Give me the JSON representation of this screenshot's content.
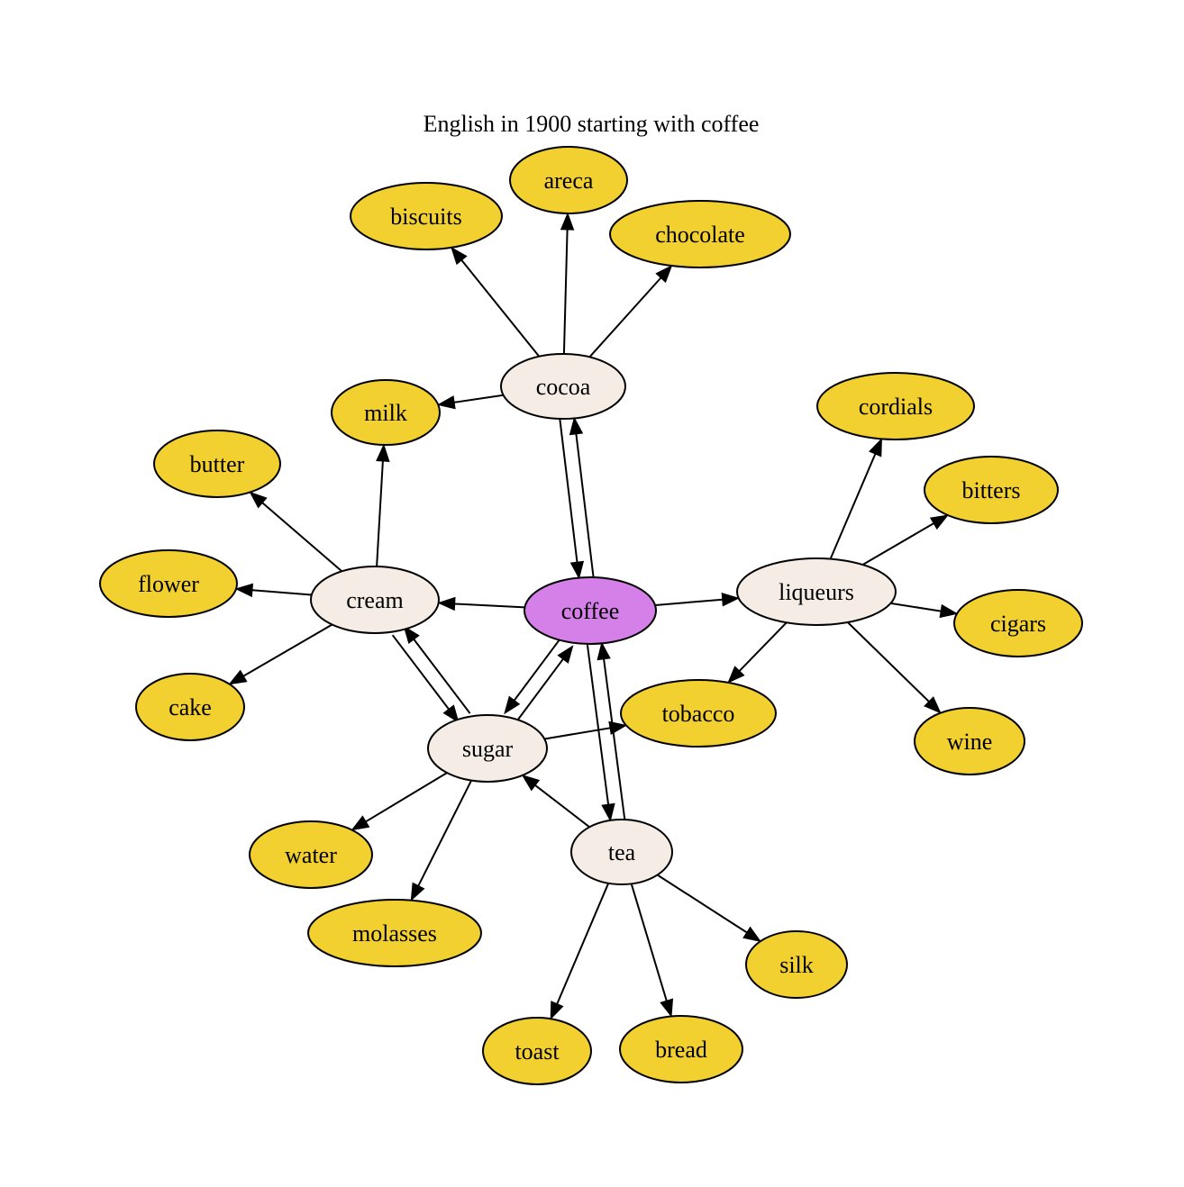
{
  "title": "English in 1900  starting with coffee",
  "colors": {
    "root": "#d580e8",
    "intermediate": "#f5ede5",
    "leaf": "#f2d02f",
    "edge": "#000000"
  },
  "nodes": [
    {
      "id": "coffee",
      "label": "coffee",
      "kind": "root"
    },
    {
      "id": "cocoa",
      "label": "cocoa",
      "kind": "intermediate"
    },
    {
      "id": "cream",
      "label": "cream",
      "kind": "intermediate"
    },
    {
      "id": "sugar",
      "label": "sugar",
      "kind": "intermediate"
    },
    {
      "id": "tea",
      "label": "tea",
      "kind": "intermediate"
    },
    {
      "id": "liqueurs",
      "label": "liqueurs",
      "kind": "intermediate"
    },
    {
      "id": "biscuits",
      "label": "biscuits",
      "kind": "leaf"
    },
    {
      "id": "areca",
      "label": "areca",
      "kind": "leaf"
    },
    {
      "id": "chocolate",
      "label": "chocolate",
      "kind": "leaf"
    },
    {
      "id": "milk",
      "label": "milk",
      "kind": "leaf"
    },
    {
      "id": "butter",
      "label": "butter",
      "kind": "leaf"
    },
    {
      "id": "flower",
      "label": "flower",
      "kind": "leaf"
    },
    {
      "id": "cake",
      "label": "cake",
      "kind": "leaf"
    },
    {
      "id": "cordials",
      "label": "cordials",
      "kind": "leaf"
    },
    {
      "id": "bitters",
      "label": "bitters",
      "kind": "leaf"
    },
    {
      "id": "cigars",
      "label": "cigars",
      "kind": "leaf"
    },
    {
      "id": "wine",
      "label": "wine",
      "kind": "leaf"
    },
    {
      "id": "tobacco",
      "label": "tobacco",
      "kind": "leaf"
    },
    {
      "id": "water",
      "label": "water",
      "kind": "leaf"
    },
    {
      "id": "molasses",
      "label": "molasses",
      "kind": "leaf"
    },
    {
      "id": "silk",
      "label": "silk",
      "kind": "leaf"
    },
    {
      "id": "toast",
      "label": "toast",
      "kind": "leaf"
    },
    {
      "id": "bread",
      "label": "bread",
      "kind": "leaf"
    }
  ],
  "edges": [
    {
      "from": "cocoa",
      "to": "biscuits"
    },
    {
      "from": "cocoa",
      "to": "areca"
    },
    {
      "from": "cocoa",
      "to": "chocolate"
    },
    {
      "from": "cocoa",
      "to": "milk"
    },
    {
      "from": "cocoa",
      "to": "coffee"
    },
    {
      "from": "coffee",
      "to": "cocoa"
    },
    {
      "from": "coffee",
      "to": "cream"
    },
    {
      "from": "coffee",
      "to": "liqueurs"
    },
    {
      "from": "coffee",
      "to": "sugar"
    },
    {
      "from": "sugar",
      "to": "coffee"
    },
    {
      "from": "coffee",
      "to": "tea"
    },
    {
      "from": "tea",
      "to": "coffee"
    },
    {
      "from": "cream",
      "to": "milk"
    },
    {
      "from": "cream",
      "to": "butter"
    },
    {
      "from": "cream",
      "to": "flower"
    },
    {
      "from": "cream",
      "to": "cake"
    },
    {
      "from": "cream",
      "to": "sugar"
    },
    {
      "from": "sugar",
      "to": "cream"
    },
    {
      "from": "sugar",
      "to": "tobacco"
    },
    {
      "from": "sugar",
      "to": "water"
    },
    {
      "from": "sugar",
      "to": "molasses"
    },
    {
      "from": "tea",
      "to": "sugar"
    },
    {
      "from": "tea",
      "to": "silk"
    },
    {
      "from": "tea",
      "to": "toast"
    },
    {
      "from": "tea",
      "to": "bread"
    },
    {
      "from": "liqueurs",
      "to": "cordials"
    },
    {
      "from": "liqueurs",
      "to": "bitters"
    },
    {
      "from": "liqueurs",
      "to": "cigars"
    },
    {
      "from": "liqueurs",
      "to": "wine"
    },
    {
      "from": "liqueurs",
      "to": "tobacco"
    }
  ]
}
